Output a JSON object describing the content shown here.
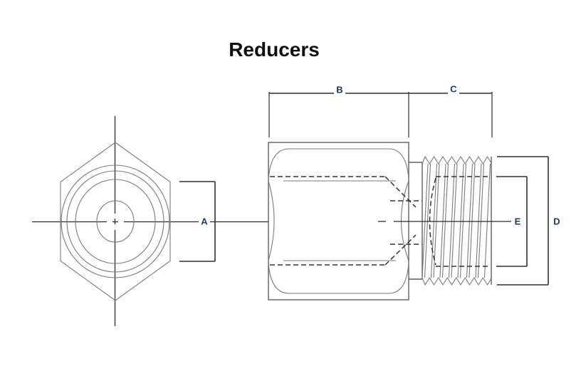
{
  "title": "Reducers",
  "labels": {
    "A": "A",
    "B": "B",
    "C": "C",
    "D": "D",
    "E": "E"
  },
  "colors": {
    "outline": "#5f5f5f",
    "thin": "#7a7a7a",
    "dimension": "#303030",
    "hidden_line": "#333333",
    "centerline": "#2b2b2b",
    "label": "#203a66",
    "title": "#101010",
    "background": "#ffffff"
  }
}
